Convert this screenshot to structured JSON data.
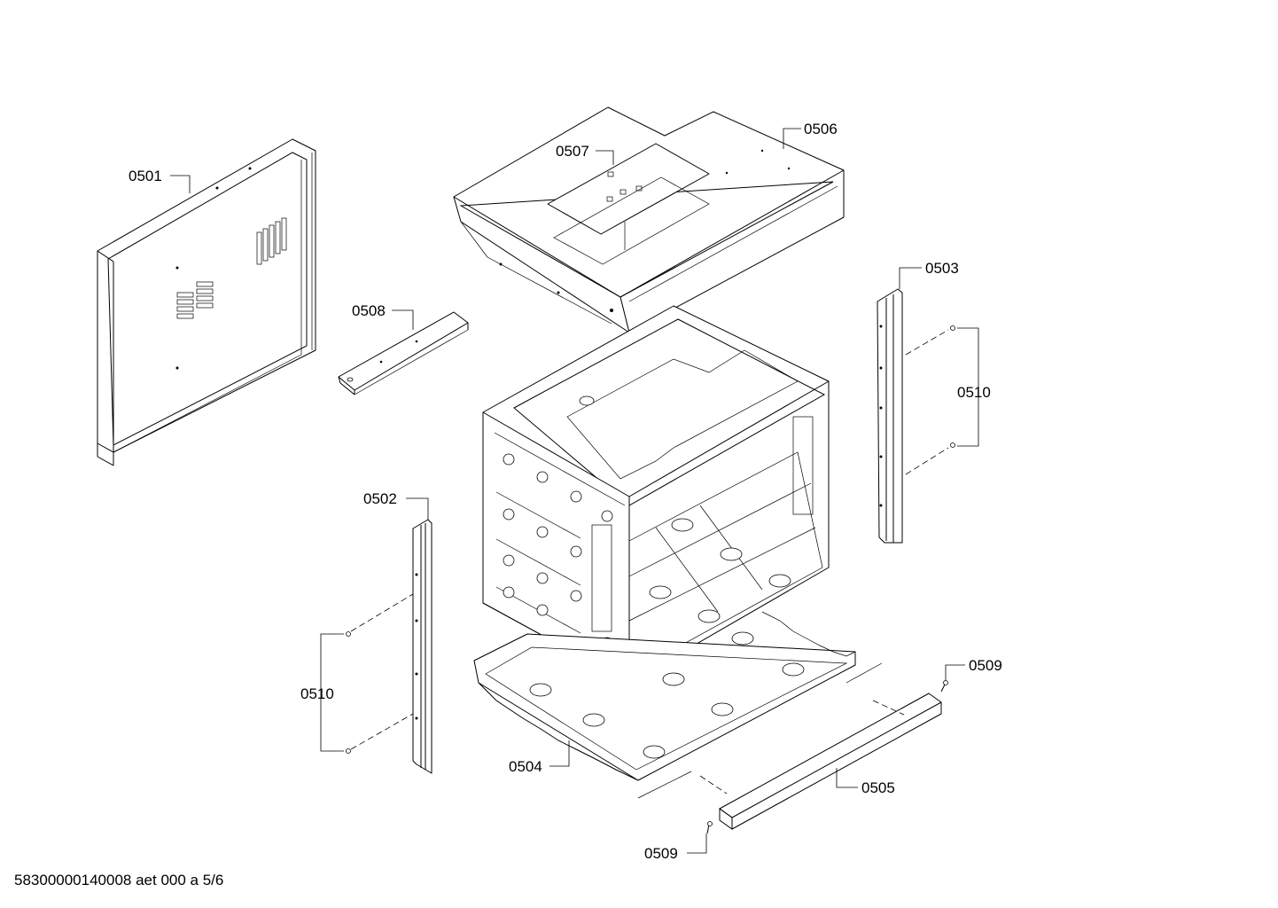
{
  "diagram": {
    "document_id": "58300000140008 aet 000 a 5/6",
    "callouts": {
      "p0501": "0501",
      "p0502": "0502",
      "p0503": "0503",
      "p0504": "0504",
      "p0505": "0505",
      "p0506": "0506",
      "p0507": "0507",
      "p0508": "0508",
      "p0509_top": "0509",
      "p0509_bottom": "0509",
      "p0510_left": "0510",
      "p0510_right": "0510"
    }
  }
}
